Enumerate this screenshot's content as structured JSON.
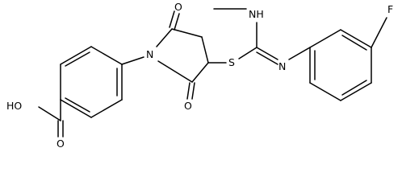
{
  "atoms": {
    "oh": "HO",
    "o_acid": "O",
    "o_top": "O",
    "n_ring": "N",
    "o_bottom": "O",
    "s": "S",
    "nh": "NH",
    "n_imine": "N",
    "f": "F"
  },
  "colors": {
    "bond": "#000000",
    "text": "#000000",
    "background": "#ffffff"
  }
}
